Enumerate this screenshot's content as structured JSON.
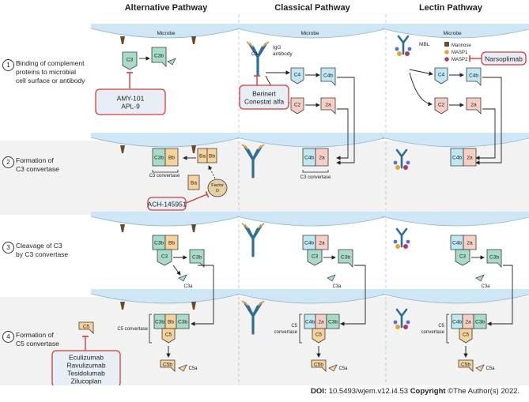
{
  "headers": {
    "alternative": "Alternative Pathway",
    "classical": "Classical Pathway",
    "lectin": "Lectin Pathway"
  },
  "steps": [
    {
      "num": "1",
      "lines": [
        "Binding of complement",
        "proteins to microbial",
        "cell surface or antibody"
      ]
    },
    {
      "num": "2",
      "lines": [
        "Formation of",
        "C3 convertase"
      ]
    },
    {
      "num": "3",
      "lines": [
        "Cleavage of C3",
        "by C3 convertase"
      ]
    },
    {
      "num": "4",
      "lines": [
        "Formation of",
        "C5 convertase"
      ]
    }
  ],
  "labels": {
    "microbe": "Microbe",
    "c1": "C1",
    "igg": "IgG",
    "antibody": "antibody",
    "mbl": "MBL",
    "c3": "C3",
    "c3b": "C3b",
    "c3a": "C3a",
    "c4": "C4",
    "c4b": "C4b",
    "c2": "C2",
    "c2a": "2a",
    "ba": "Ba",
    "bb": "Bb",
    "factor": "Factor",
    "factor_d": "D",
    "c5": "C5",
    "c5b": "C5b",
    "c5a": "C5a",
    "c3_convertase": "C3 convertase",
    "c5_convertase": "C5 convertase",
    "c5_conv_line1": "C5",
    "c5_conv_line2": "convertase"
  },
  "legend": {
    "mannose": "Mannose",
    "masp1": "MASP1",
    "masp2": "MASP2"
  },
  "drugs": {
    "amy": [
      "AMY-101",
      "APL-9"
    ],
    "ach": "ACH-145951",
    "berinert": [
      "Berinert",
      "Conestat alfa"
    ],
    "narsoplimab": "Narsoplimab",
    "c5_inhibitors": [
      "Eculizumab",
      "Ravulizumab",
      "Tesidolumab",
      "Zilucoplan"
    ]
  },
  "footer": {
    "doi_label": "DOI:",
    "doi": " 10.5493/wjem.v12.i4.53 ",
    "copyright_label": "Copyright",
    "copyright": " ©The Author(s) 2022."
  },
  "colors": {
    "green": "#a8dcc8",
    "cyan": "#bfe8f2",
    "pink": "#f5cfc6",
    "peach": "#f7d39c",
    "inhibitor": "#d23c3c",
    "drug_box": "#e7eef6",
    "antibody": "#2e6e99"
  }
}
